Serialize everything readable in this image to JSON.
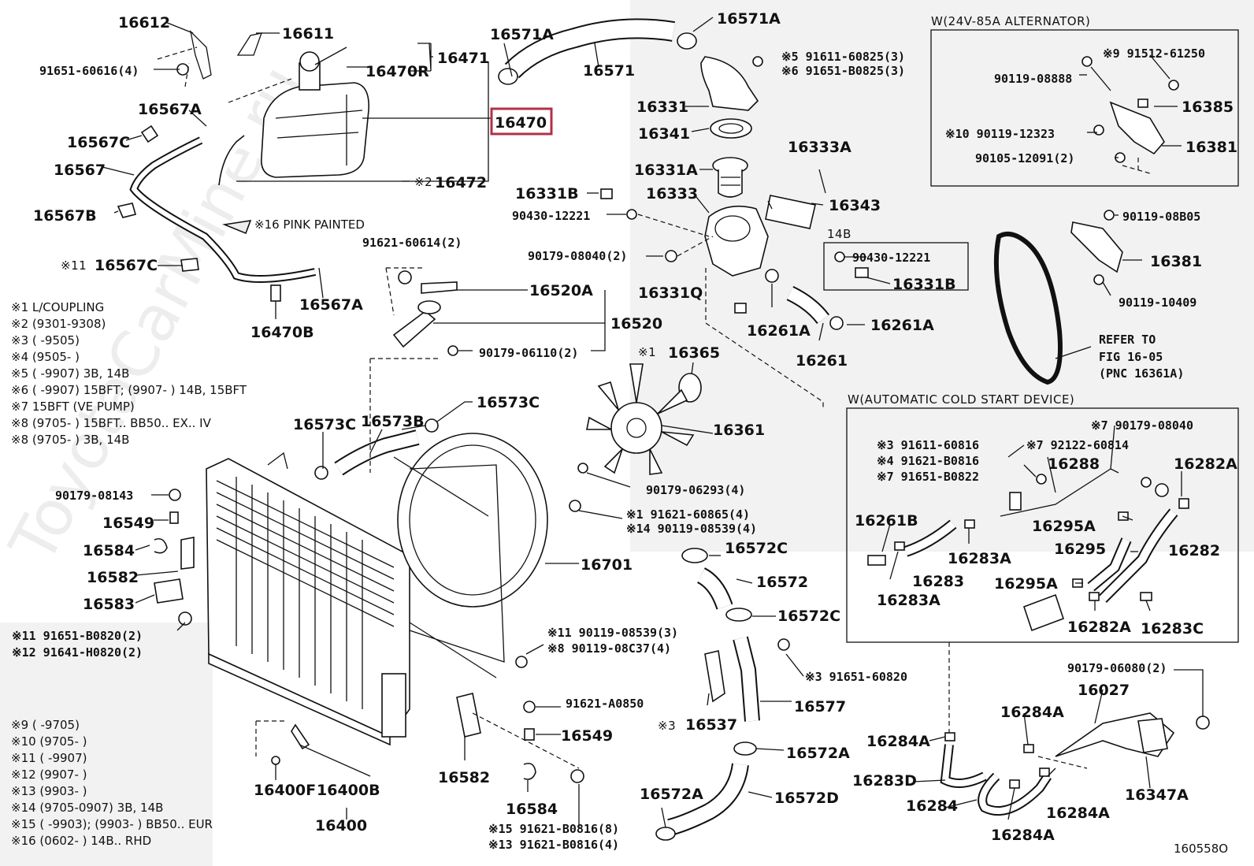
{
  "watermark": "ToyotaCarMine.ru",
  "figure_number": "160558O",
  "insets": {
    "alternator": "W(24V-85A ALTERNATOR)",
    "cold_start": "W(AUTOMATIC COLD START DEVICE)",
    "box_14b": "14B"
  },
  "highlight": {
    "part": "16470",
    "color": "#b0304a"
  },
  "labels": [
    "16612",
    "16611",
    "91651-60616(4)",
    "16471",
    "16470R",
    "16470",
    "16567A",
    "16567C",
    "16567",
    "※2",
    "16472",
    "16567B",
    "※16  PINK PAINTED",
    "91621-60614(2)",
    "※11",
    "16567C",
    "16567A",
    "16470B",
    "16520A",
    "16520",
    "90179-06110(2)",
    "16573C",
    "16573C",
    "16573B",
    "90179-08143",
    "16549",
    "16584",
    "16582",
    "16583",
    "※11  91651-B0820(2)",
    "※12  91641-H0820(2)",
    "16701",
    "16571A",
    "16571",
    "16571A",
    "※5  91611-60825(3)",
    "※6  91651-B0825(3)",
    "16331",
    "16341",
    "16333A",
    "16331A",
    "16331B",
    "16333",
    "16343",
    "90430-12221",
    "90179-08040(2)",
    "90430-12221",
    "16331B",
    "16331Q",
    "16261A",
    "16261A",
    "16261",
    "※1",
    "16365",
    "16361",
    "90179-06293(4)",
    "※1   91621-60865(4)",
    "※14  90119-08539(4)",
    "16572C",
    "16572",
    "16572C",
    "※11  90119-08539(3)",
    "※8   90119-08C37(4)",
    "※3  91651-60820",
    "16577",
    "※3",
    "16537",
    "16572A",
    "16572A",
    "16572D",
    "91621-A0850",
    "16549",
    "16582",
    "16584",
    "※15  91621-B0816(8)",
    "※13  91621-B0816(4)",
    "16400F",
    "16400B",
    "16400",
    "90119-08888",
    "※9  91512-61250",
    "16385",
    "※10 90119-12323",
    "16381",
    "90105-12091(2)",
    "90119-08B05",
    "16381",
    "90119-10409",
    "REFER TO",
    "FIG 16-05",
    "(PNC 16361A)",
    "※7  90179-08040",
    "※3  91611-60816",
    "※7  92122-60814",
    "※4  91621-B0816",
    "※7  91651-B0822",
    "16288",
    "16282A",
    "16261B",
    "16295A",
    "16295",
    "16282",
    "16283A",
    "16283",
    "16295A",
    "16283A",
    "16282A",
    "16283C",
    "90179-06080(2)",
    "16027",
    "16284A",
    "16284A",
    "16283D",
    "16284",
    "16347A",
    "16284A",
    "16284A"
  ],
  "footnotes": [
    "※1  L/COUPLING",
    "※2  (9301-9308)",
    "※3  (        -9505)",
    "※4  (9505-        )",
    "※5  (        -9907) 3B, 14B",
    "※6  (        -9907) 15BFT; (9907-        ) 14B, 15BFT",
    "※7  15BFT (VE PUMP)",
    "※8  (9705-        ) 15BFT.. BB50.. EX.. IV",
    "※8  (9705-        ) 3B, 14B",
    "※9  (        -9705)",
    "※10  (9705-        )",
    "※11  (        -9907)",
    "※12  (9907-        )",
    "※13  (9903-        )",
    "※14  (9705-0907) 3B, 14B",
    "※15  (        -9903); (9903-        ) BB50.. EUR",
    "※16  (0602-        ) 14B.. RHD"
  ]
}
